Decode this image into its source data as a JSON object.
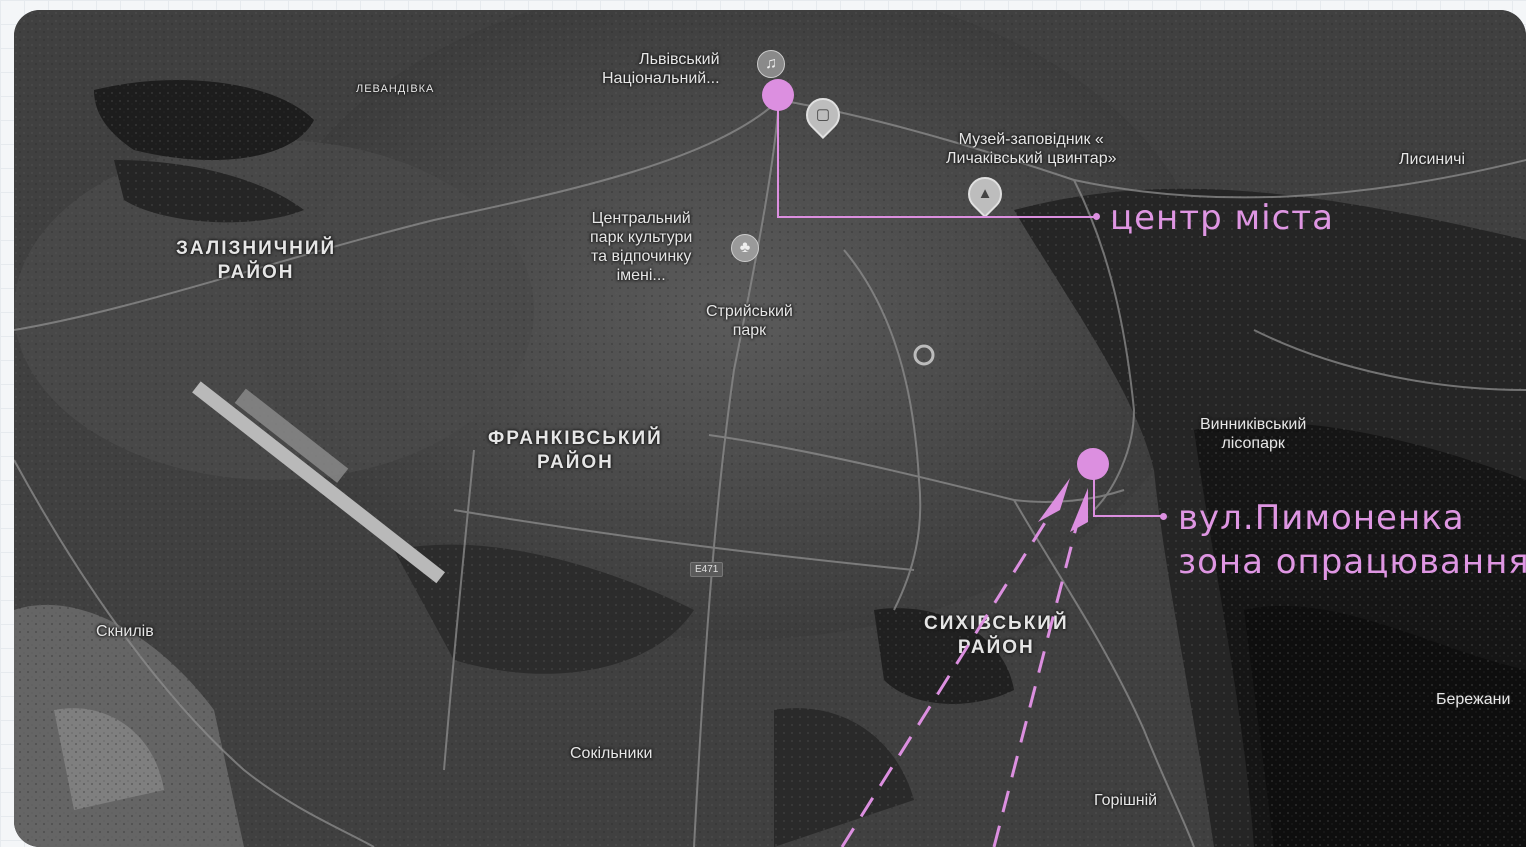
{
  "colors": {
    "accent": "#dc8fe0",
    "map_base": "#3b3b3b",
    "label": "#e6e6e6"
  },
  "labels": {
    "lviv_theatre": [
      "Львівський",
      "Національний..."
    ],
    "levandivka": "ЛЕВАНДІВКА",
    "lychakiv_museum": [
      "Музей-заповідник «",
      "Личаківський цвинтар»"
    ],
    "lysynychi": "Лисиничі",
    "zaliznychnyi": [
      "ЗАЛІЗНИЧНИЙ",
      "РАЙОН"
    ],
    "central_park": [
      "Центральний",
      "парк культури",
      "та відпочинку",
      "імені..."
    ],
    "stryiskyi_park": [
      "Стрийський",
      "парк"
    ],
    "frankivskyi": [
      "ФРАНКІВСЬКИЙ",
      "РАЙОН"
    ],
    "vynnykivskyi": [
      "Винниківський",
      "лісопарк"
    ],
    "e471": "E471",
    "sykhivskyi": [
      "СИХІВСЬКИЙ",
      "РАЙОН"
    ],
    "sknyliv": "Скнилів",
    "berezhany": "Бережани",
    "sokilnyky": "Сокільники",
    "horishnii": "Горішній"
  },
  "callouts": {
    "city_center": "центр міста",
    "site_street": "вул.Пимоненка",
    "site_zone": "зона опрацювання"
  },
  "icons": {
    "music": "music-icon",
    "shopping": "shopping-bag-icon",
    "museum": "museum-icon",
    "park": "tree-icon",
    "stadium": "stadium-icon"
  }
}
